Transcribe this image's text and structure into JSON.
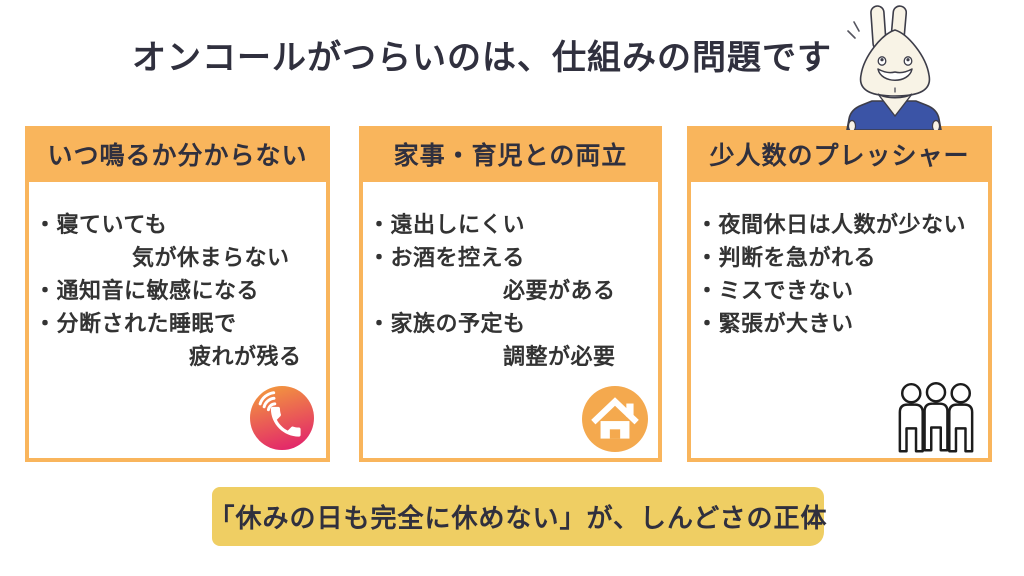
{
  "title": "オンコールがつらいのは、仕組みの問題です",
  "cards": [
    {
      "header": "いつ鳴るか分からない",
      "icon": "phone-icon",
      "lines": [
        "・寝ていても",
        "気が休まらない",
        "・通知音に敏感になる",
        "・分断された睡眠で",
        "疲れが残る"
      ]
    },
    {
      "header": "家事・育児との両立",
      "icon": "home-icon",
      "lines": [
        "・遠出しにくい",
        "・お酒を控える",
        "必要がある",
        "・家族の予定も",
        "調整が必要"
      ]
    },
    {
      "header": "少人数のプレッシャー",
      "icon": "people-icon",
      "lines": [
        "・夜間休日は人数が少ない",
        "・判断を急がれる",
        "・ミスできない",
        "・緊張が大きい"
      ]
    }
  ],
  "footer": {
    "text": "「休みの日も完全に休めない」が、しんどさの正体"
  },
  "mascot": {
    "name": "rabbit-mascot"
  },
  "colors": {
    "header_orange": "#F9B55C",
    "banner_yellow": "#EFCE63",
    "phone_grad_start": "#F2953F",
    "phone_grad_end": "#E2256B",
    "house_orange": "#F4A94E",
    "text_dark": "#30303E",
    "body_text": "#333333",
    "shirt_blue": "#3B54A6",
    "mascot_cream": "#F8F3E6",
    "outline_dark": "#3D3D49"
  }
}
